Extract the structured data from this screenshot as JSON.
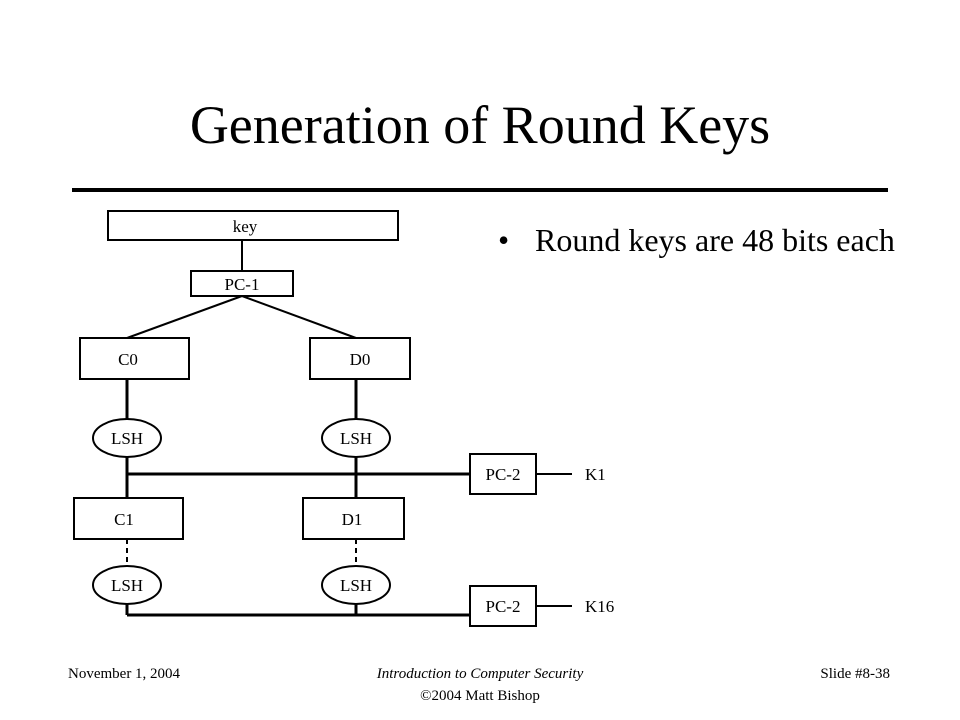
{
  "slide": {
    "title": "Generation of Round Keys",
    "bullets": [
      {
        "text": "Round keys are 48 bits each"
      }
    ]
  },
  "diagram": {
    "key_label": "key",
    "pc1_label": "PC-1",
    "c0_label": "C0",
    "d0_label": "D0",
    "lsh_label": "LSH",
    "c1_label": "C1",
    "d1_label": "D1",
    "pc2_label": "PC-2",
    "k1_label": "K1",
    "k16_label": "K16"
  },
  "footer": {
    "date": "November 1, 2004",
    "course": "Introduction to Computer Security",
    "copyright": "©2004 Matt Bishop",
    "slide_number": "Slide #8-38"
  }
}
